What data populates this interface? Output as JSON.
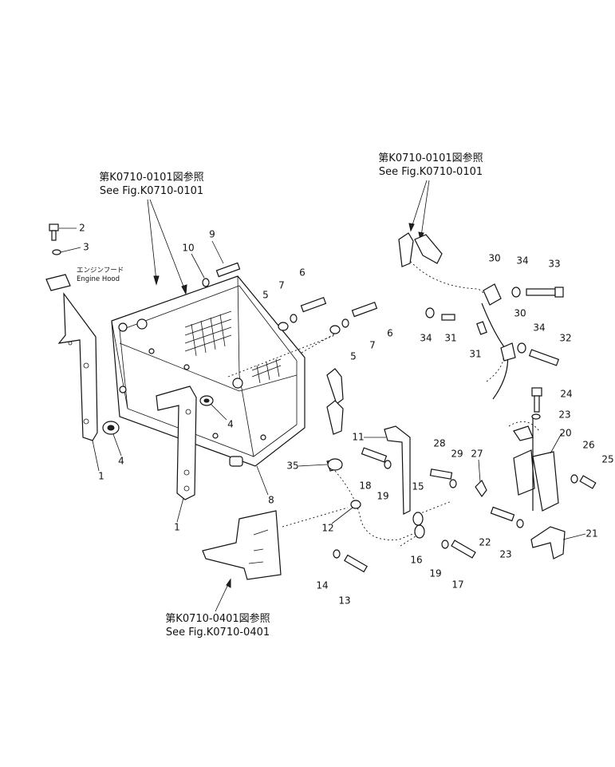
{
  "references": [
    {
      "jp": "第K0710-0101図参照",
      "en": "See Fig.K0710-0101"
    },
    {
      "jp": "第K0710-0101図参照",
      "en": "See Fig.K0710-0101"
    },
    {
      "jp": "第K0710-0401図参照",
      "en": "See Fig.K0710-0401"
    }
  ],
  "engine_hood": {
    "jp": "エンジンフード",
    "en": "Engine Hood"
  },
  "part_numbers": [
    "1",
    "1",
    "2",
    "3",
    "4",
    "4",
    "5",
    "5",
    "6",
    "6",
    "7",
    "7",
    "8",
    "9",
    "10",
    "11",
    "12",
    "13",
    "14",
    "15",
    "16",
    "17",
    "18",
    "19",
    "19",
    "20",
    "21",
    "22",
    "23",
    "23",
    "24",
    "25",
    "26",
    "27",
    "28",
    "29",
    "30",
    "30",
    "31",
    "31",
    "32",
    "33",
    "34",
    "34",
    "34",
    "35"
  ]
}
